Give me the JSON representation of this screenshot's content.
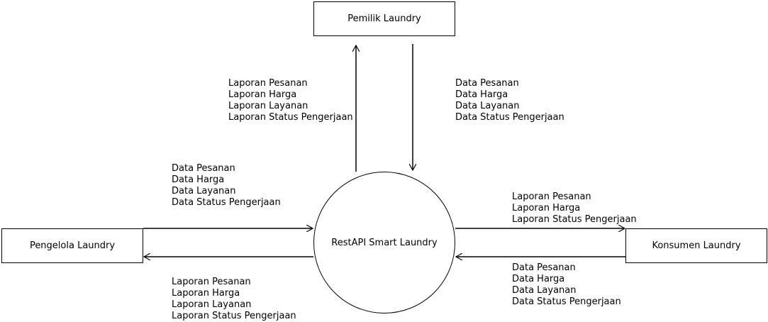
{
  "entities": {
    "owner": "Pemilik Laundry",
    "manager": "Pengelola Laundry",
    "customer": "Konsumen Laundry"
  },
  "process": "RestAPI Smart Laundry",
  "flows": {
    "process_to_owner": [
      "Laporan Pesanan",
      "Laporan Harga",
      "Laporan Layanan",
      "Laporan Status Pengerjaan"
    ],
    "owner_to_process": [
      "Data Pesanan",
      "Data Harga",
      "Data Layanan",
      "Data Status Pengerjaan"
    ],
    "manager_to_process": [
      "Data Pesanan",
      "Data Harga",
      "Data Layanan",
      "Data Status Pengerjaan"
    ],
    "process_to_manager": [
      "Laporan Pesanan",
      "Laporan Harga",
      "Laporan Layanan",
      "Laporan Status Pengerjaan"
    ],
    "process_to_customer": [
      "Laporan Pesanan",
      "Laporan Harga",
      "Laporan Status Pengerjaan"
    ],
    "customer_to_process": [
      "Data Pesanan",
      "Data Harga",
      "Data Layanan",
      "Data Status Pengerjaan"
    ]
  },
  "colors": {
    "stroke": "#000000",
    "background": "#ffffff"
  }
}
